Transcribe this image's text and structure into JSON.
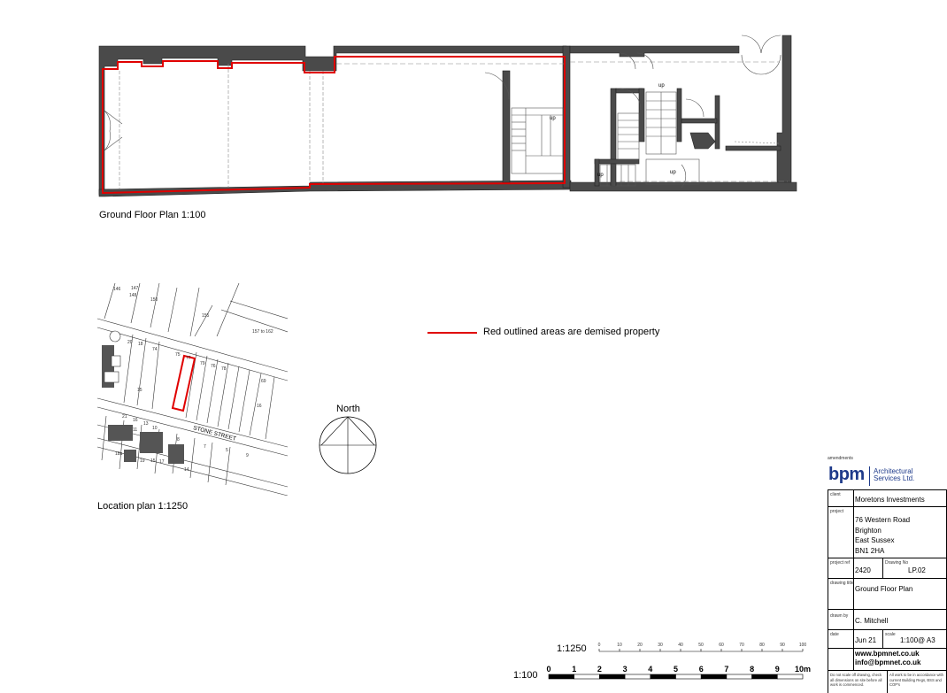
{
  "ground_floor": {
    "caption": "Ground Floor Plan 1:100",
    "stair_up_labels": [
      "up",
      "up",
      "up",
      "up"
    ]
  },
  "location_plan": {
    "caption": "Location plan 1:1250",
    "street_name": "STONE STREET",
    "plot_labels_top": [
      "146",
      "147",
      "148",
      "150",
      "155",
      "157 to 162"
    ],
    "plot_labels_upper_row": [
      "20",
      "18",
      "74",
      "75",
      "77",
      "79",
      "76",
      "78",
      "69"
    ],
    "plot_labels_misc": [
      "15",
      "16",
      "21",
      "16",
      "13",
      "11",
      "10",
      "8",
      "7",
      "5",
      "9",
      "19",
      "18a",
      "15",
      "17",
      "14"
    ]
  },
  "legend": {
    "text": "Red outlined areas are demised property",
    "color": "#e00000"
  },
  "north": {
    "label": "North"
  },
  "scale_bars": {
    "bar1250": {
      "label": "1:1250",
      "ticks": [
        "0",
        "10",
        "20",
        "30",
        "40",
        "50",
        "60",
        "70",
        "80",
        "90",
        "100"
      ]
    },
    "bar100": {
      "label": "1:100",
      "ticks": [
        "0",
        "1",
        "2",
        "3",
        "4",
        "5",
        "6",
        "7",
        "8",
        "9",
        "10m"
      ]
    }
  },
  "title_block": {
    "amendments_label": "amendments",
    "logo_text": "bpm",
    "logo_sub1": "Architectural",
    "logo_sub2": "Services Ltd.",
    "client_label": "client",
    "client": "Moretons Investments",
    "project_label": "project",
    "project_lines": [
      "76 Western Road",
      "Brighton",
      "East Sussex",
      "BN1 2HA"
    ],
    "project_ref_label": "project ref",
    "project_ref": "2420",
    "drawing_no_label": "Drawing No",
    "drawing_no": "LP.02",
    "drawing_title_label": "drawing title",
    "drawing_title": "Ground Floor Plan",
    "drawn_by_label": "drawn by",
    "drawn_by": "C. Mitchell",
    "date_label": "date",
    "date": "Jun 21",
    "scale_label": "scale",
    "scale": "1:100@ A3",
    "website": "www.bpmnet.co.uk",
    "email": "info@bpmnet.co.uk",
    "note_left": "Do not scale off drawing, check all dimensions on site before all work is commenced.",
    "note_right": "All work to be in accordance with current Building Regs, BSS and COP's"
  }
}
